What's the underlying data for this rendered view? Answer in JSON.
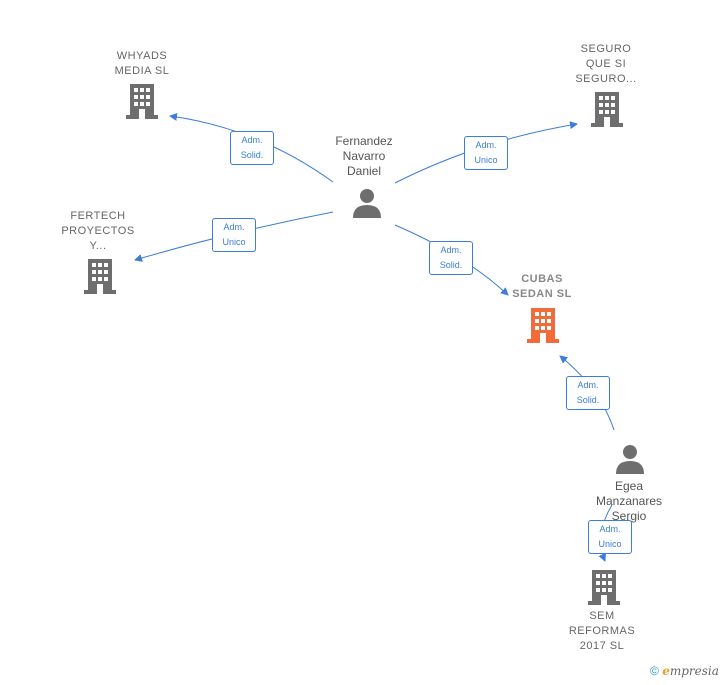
{
  "colors": {
    "edge": "#3b7dd8",
    "building": "#6e6e6e",
    "building_active": "#f26b3a",
    "person": "#6e6e6e"
  },
  "center": {
    "name": "Fernandez\nNavarro\nDaniel",
    "icon": "person-icon"
  },
  "companies": {
    "whyads": {
      "name": "WHYADS\nMEDIA  SL",
      "icon": "building-icon"
    },
    "seguro": {
      "name": "SEGURO\nQUE SI\nSEGURO...",
      "icon": "building-icon"
    },
    "fertech": {
      "name": "FERTECH\nPROYECTOS\nY...",
      "icon": "building-icon"
    },
    "cubas": {
      "name": "CUBAS\nSEDAN  SL",
      "icon": "building-icon"
    },
    "sem": {
      "name": "SEM\nREFORMAS\n2017  SL",
      "icon": "building-icon"
    }
  },
  "person2": {
    "name": "Egea\nManzanares\nSergio",
    "icon": "person-icon"
  },
  "badges": {
    "whyads": {
      "l1": "Adm.",
      "l2": "Solid."
    },
    "seguro": {
      "l1": "Adm.",
      "l2": "Unico"
    },
    "fertech": {
      "l1": "Adm.",
      "l2": "Unico"
    },
    "cubas": {
      "l1": "Adm.",
      "l2": "Solid."
    },
    "egea_cubas": {
      "l1": "Adm.",
      "l2": "Solid."
    },
    "egea_sem": {
      "l1": "Adm.",
      "l2": "Unico"
    }
  },
  "footer": {
    "copyright": "©",
    "brand_first": "e",
    "brand_rest": "mpresia"
  }
}
